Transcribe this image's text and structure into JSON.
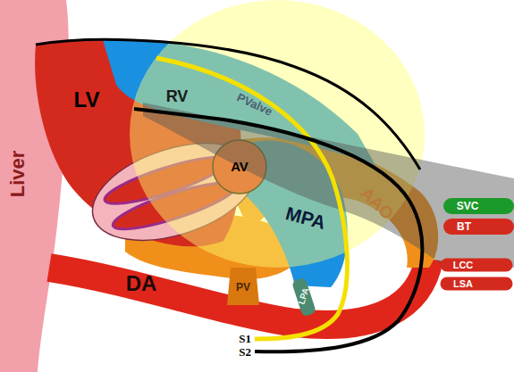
{
  "diagram": {
    "labels": [
      "Liver",
      "LV",
      "RV",
      "PValve",
      "AV",
      "MPA",
      "AAO",
      "SVC",
      "BT",
      "LCC",
      "LSA",
      "DA",
      "PV",
      "LPA",
      "S1",
      "S2"
    ]
  }
}
